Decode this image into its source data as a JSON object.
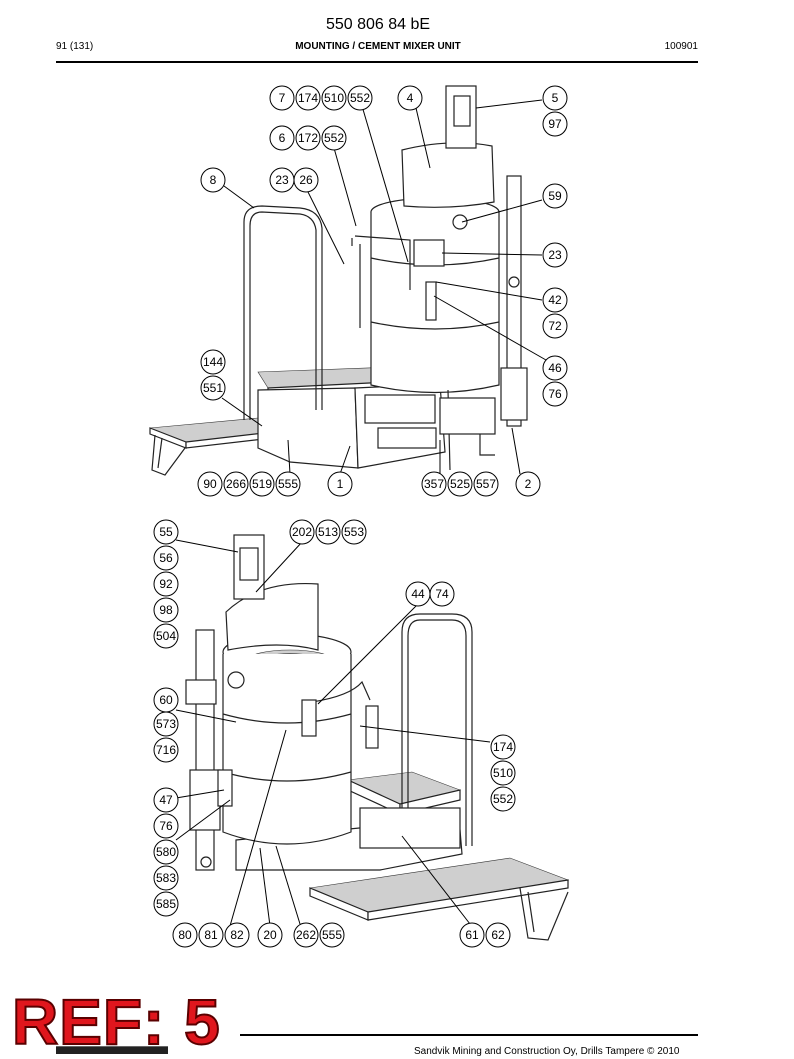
{
  "header": {
    "doc_number": "550 806 84 bE",
    "page": "91 (131)",
    "title": "MOUNTING / CEMENT MIXER UNIT",
    "date": "100901"
  },
  "stamp": "REF: 5",
  "footer": "Sandvik Mining and Construction Oy, Drills Tampere © 2010",
  "callouts_top": [
    "7",
    "174",
    "510",
    "552",
    "4",
    "5",
    "97",
    "6",
    "172",
    "552",
    "8",
    "23",
    "26",
    "59",
    "23",
    "42",
    "72",
    "46",
    "76",
    "144",
    "551",
    "90",
    "266",
    "519",
    "555",
    "1",
    "357",
    "525",
    "557",
    "2"
  ],
  "callouts_bottom": [
    "55",
    "202",
    "513",
    "553",
    "56",
    "92",
    "98",
    "504",
    "44",
    "74",
    "60",
    "573",
    "716",
    "174",
    "510",
    "552",
    "47",
    "76",
    "580",
    "583",
    "585",
    "80",
    "81",
    "82",
    "20",
    "262",
    "555",
    "61",
    "62"
  ]
}
